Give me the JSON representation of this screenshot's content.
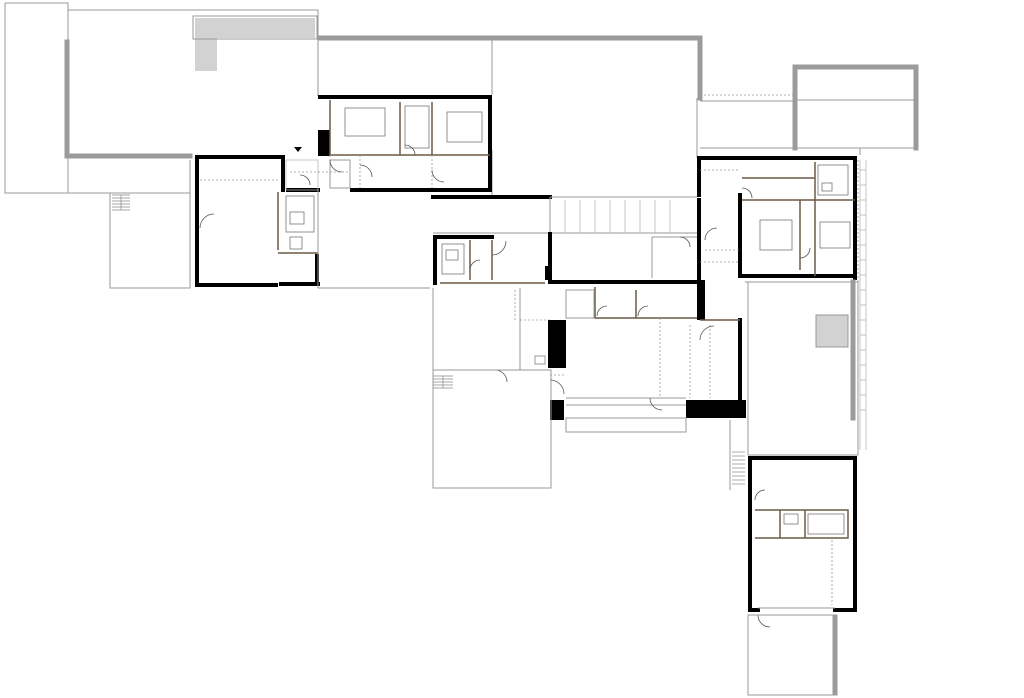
{
  "diagram": {
    "kind": "architectural-floor-plan",
    "colors": {
      "background": "#ffffff",
      "outline": "#9a9a9a",
      "existing_wall": "#9b9b9b",
      "new_wall": "#000000",
      "interior_partition": "#6b5a46",
      "hatched_fill": "#d2d2d2"
    },
    "symbols": [
      "north-arrow-marker",
      "staircase",
      "door-swing",
      "bed",
      "bathroom-fixtures"
    ]
  }
}
